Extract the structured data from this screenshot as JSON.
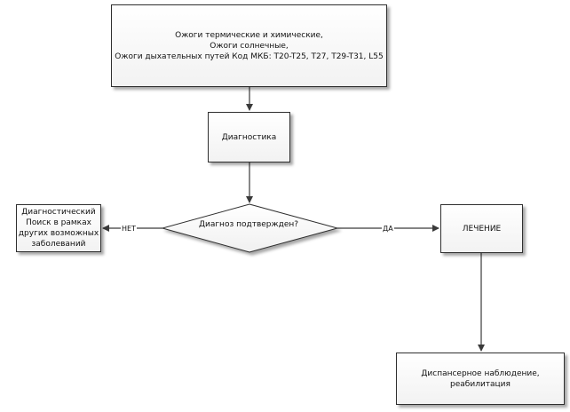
{
  "nodes": {
    "top": {
      "line1": "Ожоги термические и химические,",
      "line2": "Ожоги солнечные,",
      "line3": "Ожоги дыхательных путей Код МКБ: T20-T25, T27, T29-T31, L55"
    },
    "diagnostics": "Диагностика",
    "decision": "Диагноз подтвержден?",
    "alternative": {
      "line1": "Диагностический",
      "line2": "Поиск в рамках",
      "line3": "других возможных",
      "line4": "заболеваний"
    },
    "treatment": "ЛЕЧЕНИЕ",
    "followup": {
      "line1": "Диспансерное наблюдение,",
      "line2": "реабилитация"
    }
  },
  "edges": {
    "no_label": "НЕТ",
    "yes_label": "ДА"
  },
  "colors": {
    "line": "#3a3a3a",
    "border": "#2f2f2f"
  }
}
